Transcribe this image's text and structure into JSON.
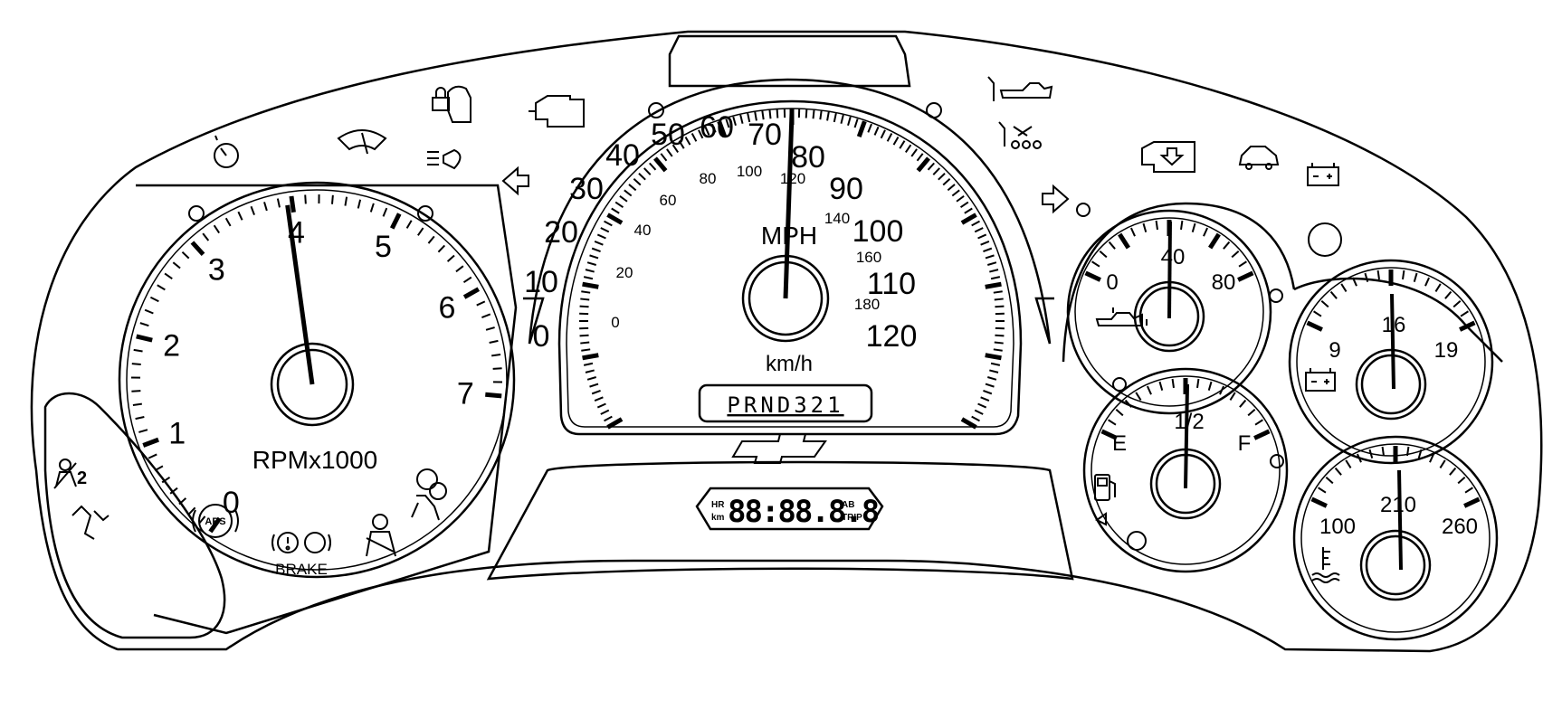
{
  "tachometer": {
    "labels": [
      "0",
      "1",
      "2",
      "3",
      "4",
      "5",
      "6",
      "7"
    ],
    "unit": "RPMx1000",
    "needle_value": 4
  },
  "speedometer": {
    "mph_labels": [
      "0",
      "10",
      "20",
      "30",
      "40",
      "50",
      "60",
      "70",
      "80",
      "90",
      "100",
      "110",
      "120"
    ],
    "kmh_labels": [
      "0",
      "20",
      "40",
      "60",
      "80",
      "100",
      "120",
      "140",
      "160",
      "180"
    ],
    "mph_unit": "MPH",
    "kmh_unit": "km/h",
    "needle_value": 60
  },
  "gear_indicator": "PRND321",
  "odometer": {
    "left_top": "HR",
    "left_bottom": "km",
    "digits": "88:88.8.8",
    "right_top": "AB",
    "right_bottom": "TRIP"
  },
  "oil_gauge": {
    "labels": [
      "0",
      "40",
      "80"
    ],
    "needle_value": 40,
    "icon": "oil-can-icon"
  },
  "fuel_gauge": {
    "labels": [
      "E",
      "1/2",
      "F"
    ],
    "needle_value": 0.5,
    "icon": "fuel-pump-icon"
  },
  "volt_gauge": {
    "labels": [
      "9",
      "16",
      "19"
    ],
    "needle_value": 16,
    "icon": "battery-icon"
  },
  "temp_gauge": {
    "labels": [
      "100",
      "210",
      "260"
    ],
    "needle_value": 210,
    "icon": "coolant-temp-icon"
  },
  "brake_label": "BRAKE",
  "abs_label": "ABS",
  "airbag_count": "2",
  "telltales": [
    "cruise-icon",
    "security-lock-icon",
    "engine-icon",
    "washer-icon",
    "headlamp-icon",
    "turn-left-icon",
    "service-oil-icon",
    "service-wrench-icon",
    "turn-right-icon",
    "check-engine-icon",
    "vehicle-icon",
    "battery-icon",
    "airbag-icon",
    "seatbelt-icon",
    "abs-icon",
    "brake-icon"
  ]
}
